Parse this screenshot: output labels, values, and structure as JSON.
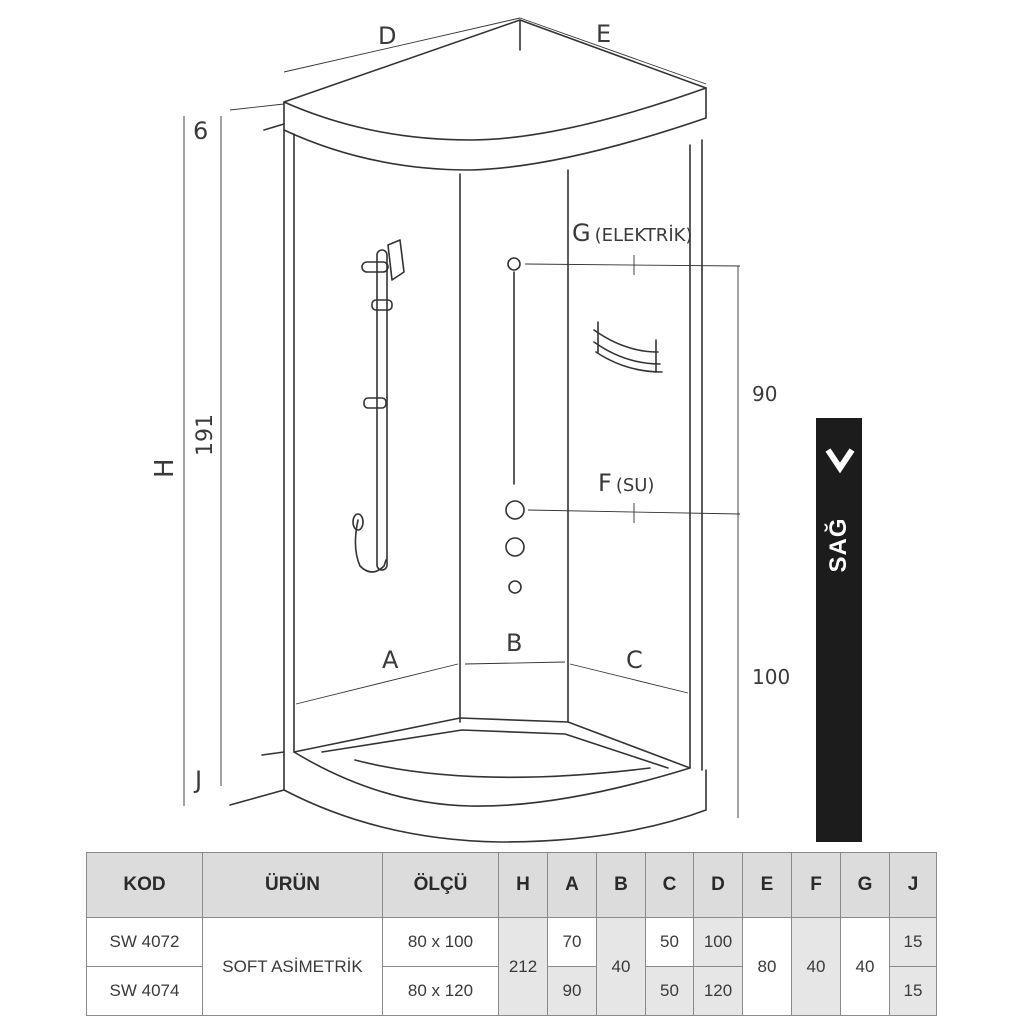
{
  "diagram": {
    "labels": {
      "D": "D",
      "E": "E",
      "six": "6",
      "H": "H",
      "h191": "191",
      "J": "J",
      "G": "G",
      "G_note": "(ELEKTRİK)",
      "F": "F",
      "F_note": "(SU)",
      "v90": "90",
      "v100": "100",
      "A": "A",
      "B": "B",
      "C": "C"
    },
    "side_tag": "SAĞ"
  },
  "table": {
    "headers": [
      "KOD",
      "ÜRÜN",
      "ÖLÇÜ",
      "H",
      "A",
      "B",
      "C",
      "D",
      "E",
      "F",
      "G",
      "J"
    ],
    "rows": [
      {
        "kod": "SW 4072",
        "olcu": "80 x 100",
        "a": "70",
        "c": "50",
        "d": "100",
        "j": "15"
      },
      {
        "kod": "SW 4074",
        "olcu": "80 x 120",
        "a": "90",
        "c": "50",
        "d": "120",
        "j": "15"
      }
    ],
    "shared": {
      "urun": "SOFT ASİMETRİK",
      "h": "212",
      "b": "40",
      "e": "80",
      "f": "40",
      "g": "40"
    }
  }
}
